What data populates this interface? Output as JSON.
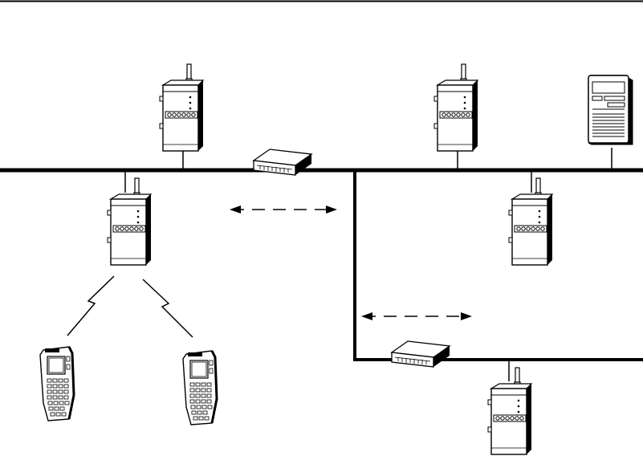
{
  "diagram": {
    "title": "",
    "colors": {
      "line": "#000000",
      "fill": "#ffffff",
      "shadow": "#000000"
    },
    "devices": [
      {
        "id": "ap1",
        "kind": "access-point"
      },
      {
        "id": "ap2",
        "kind": "access-point"
      },
      {
        "id": "ap3",
        "kind": "access-point"
      },
      {
        "id": "ap4",
        "kind": "access-point"
      },
      {
        "id": "ap5",
        "kind": "access-point"
      },
      {
        "id": "host",
        "kind": "host-computer"
      },
      {
        "id": "bridge1",
        "kind": "wired-bridge"
      },
      {
        "id": "bridge2",
        "kind": "wired-bridge"
      },
      {
        "id": "terminal1",
        "kind": "handheld-terminal"
      },
      {
        "id": "terminal2",
        "kind": "handheld-terminal"
      }
    ],
    "links": [
      {
        "kind": "ethernet-backbone"
      },
      {
        "kind": "ethernet-branch"
      },
      {
        "kind": "radio-link",
        "icon": "lightning-icon"
      },
      {
        "kind": "bidirectional-dashed-arrow"
      }
    ]
  }
}
